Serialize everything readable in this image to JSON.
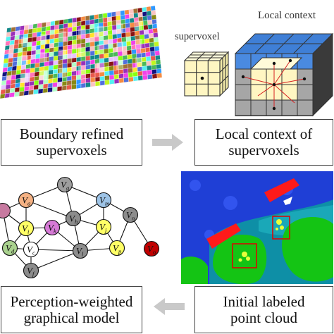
{
  "labels": {
    "supervoxel": "supervoxel",
    "local_context": "Local context"
  },
  "boxes": {
    "boundary_line1": "Boundary refined",
    "boundary_line2": "supervoxels",
    "context_line1": "Local context of",
    "context_line2": "supervoxels",
    "graph_line1": "Perception-weighted",
    "graph_line2": "graphical model",
    "initial_line1": "Initial labeled",
    "initial_line2": "point cloud"
  },
  "graph": {
    "nodes": [
      {
        "id": "g",
        "label": "g",
        "color": "#9e9e9e"
      },
      {
        "id": "a",
        "label": "a",
        "color": "#f4b183"
      },
      {
        "id": "m",
        "label": "m",
        "color": "#9dc3e6"
      },
      {
        "id": "x",
        "label": "",
        "color": "#c77aa0"
      },
      {
        "id": "i",
        "label": "i",
        "color": "#ffff66"
      },
      {
        "id": "k",
        "label": "k",
        "color": "#d67ad6"
      },
      {
        "id": "h",
        "label": "h",
        "color": "#8c8c8c"
      },
      {
        "id": "j",
        "label": "j",
        "color": "#ffff66"
      },
      {
        "id": "n",
        "label": "n",
        "color": "#8c8c8c"
      },
      {
        "id": "d",
        "label": "d",
        "color": "#a9d18e"
      },
      {
        "id": "c",
        "label": "c",
        "color": "#ffffff"
      },
      {
        "id": "l",
        "label": "l",
        "color": "#8c8c8c"
      },
      {
        "id": "p",
        "label": "p",
        "color": "#ffff66"
      },
      {
        "id": "o",
        "label": "o",
        "color": "#c00000"
      },
      {
        "id": "f",
        "label": "f",
        "color": "#8c8c8c"
      }
    ],
    "edges": [
      [
        "x",
        "a"
      ],
      [
        "x",
        "i"
      ],
      [
        "x",
        "d"
      ],
      [
        "a",
        "g"
      ],
      [
        "a",
        "i"
      ],
      [
        "a",
        "h"
      ],
      [
        "g",
        "h"
      ],
      [
        "g",
        "m"
      ],
      [
        "m",
        "h"
      ],
      [
        "m",
        "j"
      ],
      [
        "m",
        "n"
      ],
      [
        "i",
        "k"
      ],
      [
        "i",
        "d"
      ],
      [
        "i",
        "c"
      ],
      [
        "k",
        "h"
      ],
      [
        "k",
        "c"
      ],
      [
        "k",
        "l"
      ],
      [
        "h",
        "j"
      ],
      [
        "h",
        "l"
      ],
      [
        "j",
        "l"
      ],
      [
        "j",
        "p"
      ],
      [
        "n",
        "p"
      ],
      [
        "n",
        "o"
      ],
      [
        "d",
        "c"
      ],
      [
        "d",
        "f"
      ],
      [
        "c",
        "f"
      ],
      [
        "c",
        "l"
      ],
      [
        "l",
        "f"
      ],
      [
        "l",
        "p"
      ]
    ]
  },
  "colors": {
    "arrow": "#c9c9c9",
    "box_border": "#444444"
  }
}
